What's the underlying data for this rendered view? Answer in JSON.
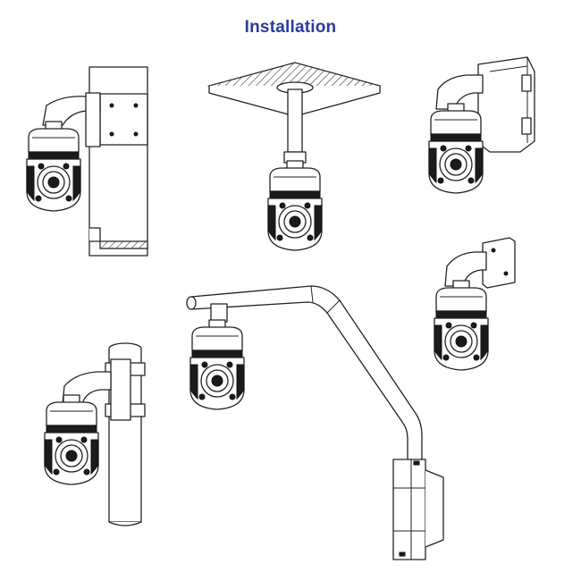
{
  "heading": {
    "title": "Installation"
  },
  "colors": {
    "title": "#2b3a9f",
    "line": "#222222",
    "background": "#ffffff"
  },
  "scenes": [
    {
      "name": "wall-mount"
    },
    {
      "name": "ceiling-mount"
    },
    {
      "name": "corner-box-mount"
    },
    {
      "name": "small-wall-mount"
    },
    {
      "name": "pole-mount"
    },
    {
      "name": "gooseneck-arm-mount"
    }
  ]
}
